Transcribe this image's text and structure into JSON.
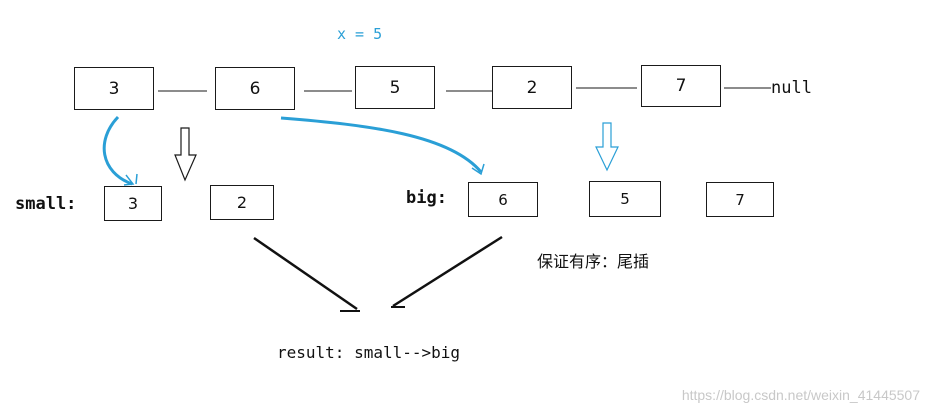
{
  "condition": "x = 5",
  "list": {
    "nodes": [
      "3",
      "6",
      "5",
      "2",
      "7"
    ],
    "terminator": "null"
  },
  "small": {
    "label": "small:",
    "nodes": [
      "3",
      "2"
    ]
  },
  "big": {
    "label": "big:",
    "nodes": [
      "6",
      "5",
      "7"
    ]
  },
  "note": "保证有序：尾插",
  "result": "result: small-->big",
  "watermark": "https://blog.csdn.net/weixin_41445507",
  "colors": {
    "accent": "#2a9fd6",
    "stroke": "#1a1a1a"
  }
}
